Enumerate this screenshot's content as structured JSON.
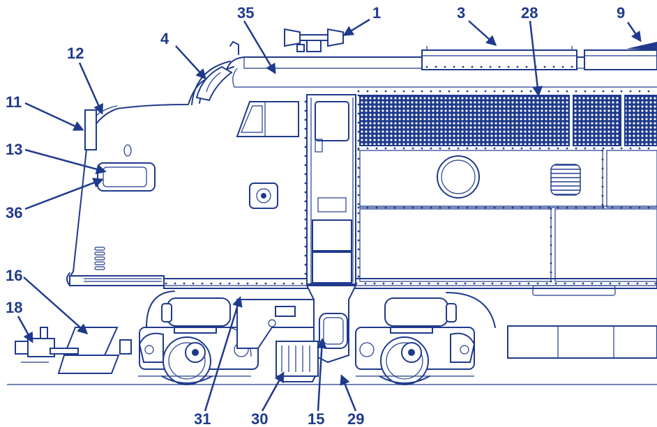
{
  "colors": {
    "line": "#1f3a8c",
    "background": "#ffffff"
  },
  "callouts": [
    {
      "id": "c1",
      "label": "1"
    },
    {
      "id": "c3",
      "label": "3"
    },
    {
      "id": "c4",
      "label": "4"
    },
    {
      "id": "c9",
      "label": "9"
    },
    {
      "id": "c11",
      "label": "11"
    },
    {
      "id": "c12",
      "label": "12"
    },
    {
      "id": "c13",
      "label": "13"
    },
    {
      "id": "c15",
      "label": "15"
    },
    {
      "id": "c16",
      "label": "16"
    },
    {
      "id": "c18",
      "label": "18"
    },
    {
      "id": "c28",
      "label": "28"
    },
    {
      "id": "c29",
      "label": "29"
    },
    {
      "id": "c30",
      "label": "30"
    },
    {
      "id": "c31",
      "label": "31"
    },
    {
      "id": "c35",
      "label": "35"
    },
    {
      "id": "c36",
      "label": "36"
    }
  ]
}
